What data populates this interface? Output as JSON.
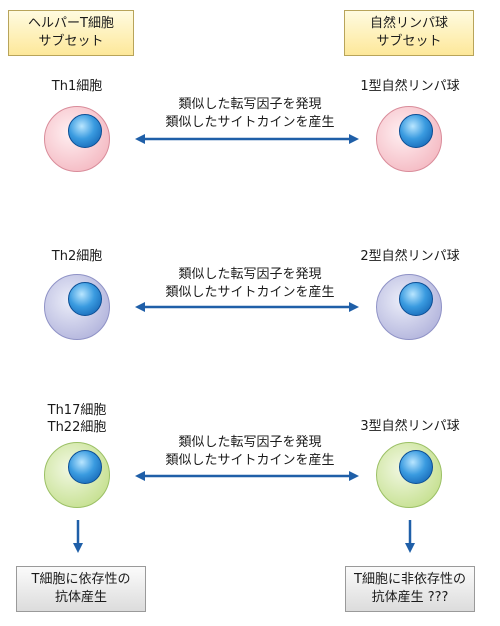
{
  "header": {
    "left": {
      "line1": "ヘルパーT細胞",
      "line2": "サブセット"
    },
    "right": {
      "line1": "自然リンパ球",
      "line2": "サブセット"
    }
  },
  "rows": [
    {
      "left_label": [
        "Th1細胞"
      ],
      "right_label": "1型自然リンパ球",
      "arrow_text": [
        "類似した転写因子を発現",
        "類似したサイトカインを産生"
      ]
    },
    {
      "left_label": [
        "Th2細胞"
      ],
      "right_label": "2型自然リンパ球",
      "arrow_text": [
        "類似した転写因子を発現",
        "類似したサイトカインを産生"
      ]
    },
    {
      "left_label": [
        "Th17細胞",
        "Th22細胞"
      ],
      "right_label": "3型自然リンパ球",
      "arrow_text": [
        "類似した転写因子を発現",
        "類似したサイトカインを産生"
      ]
    }
  ],
  "results": {
    "left": {
      "line1": "T細胞に依存性の",
      "line2": "抗体産生"
    },
    "right": {
      "line1": "T細胞に非依存性の",
      "line2": "抗体産生 ???"
    }
  },
  "colors": {
    "arrow": "#1f5fa8",
    "th1_cell": "#f4b9c2",
    "th2_cell": "#b2b4dc",
    "th3_cell": "#c5e08f",
    "nucleus": "#0a56a8"
  }
}
